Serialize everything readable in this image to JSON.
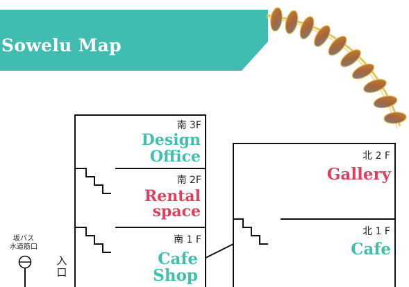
{
  "title": "Sowelu Map",
  "colors": {
    "banner": "#41bcb1",
    "teal_text": "#3fbfae",
    "red_text": "#e0405f",
    "lines": "#111111"
  },
  "south_building": {
    "floors": [
      {
        "floor": "南 3F",
        "room_line1": "Design",
        "room_line2": "Office"
      },
      {
        "floor": "南 2F",
        "room_line1": "Rental",
        "room_line2": "space"
      },
      {
        "floor": "南 1 F",
        "room_line1": "Cafe",
        "room_line2": "Shop"
      }
    ]
  },
  "north_building": {
    "floors": [
      {
        "floor": "北 2 F",
        "room": "Gallery"
      },
      {
        "floor": "北 1 F",
        "room": "Cafe"
      }
    ]
  },
  "bus_stop": {
    "line1": "坂バス",
    "line2": "水道筋口",
    "icon": "bus-stop-icon"
  },
  "entrance": {
    "line1": "入",
    "line2": "口"
  },
  "decoration": {
    "icon": "leaf-arc-decoration"
  }
}
